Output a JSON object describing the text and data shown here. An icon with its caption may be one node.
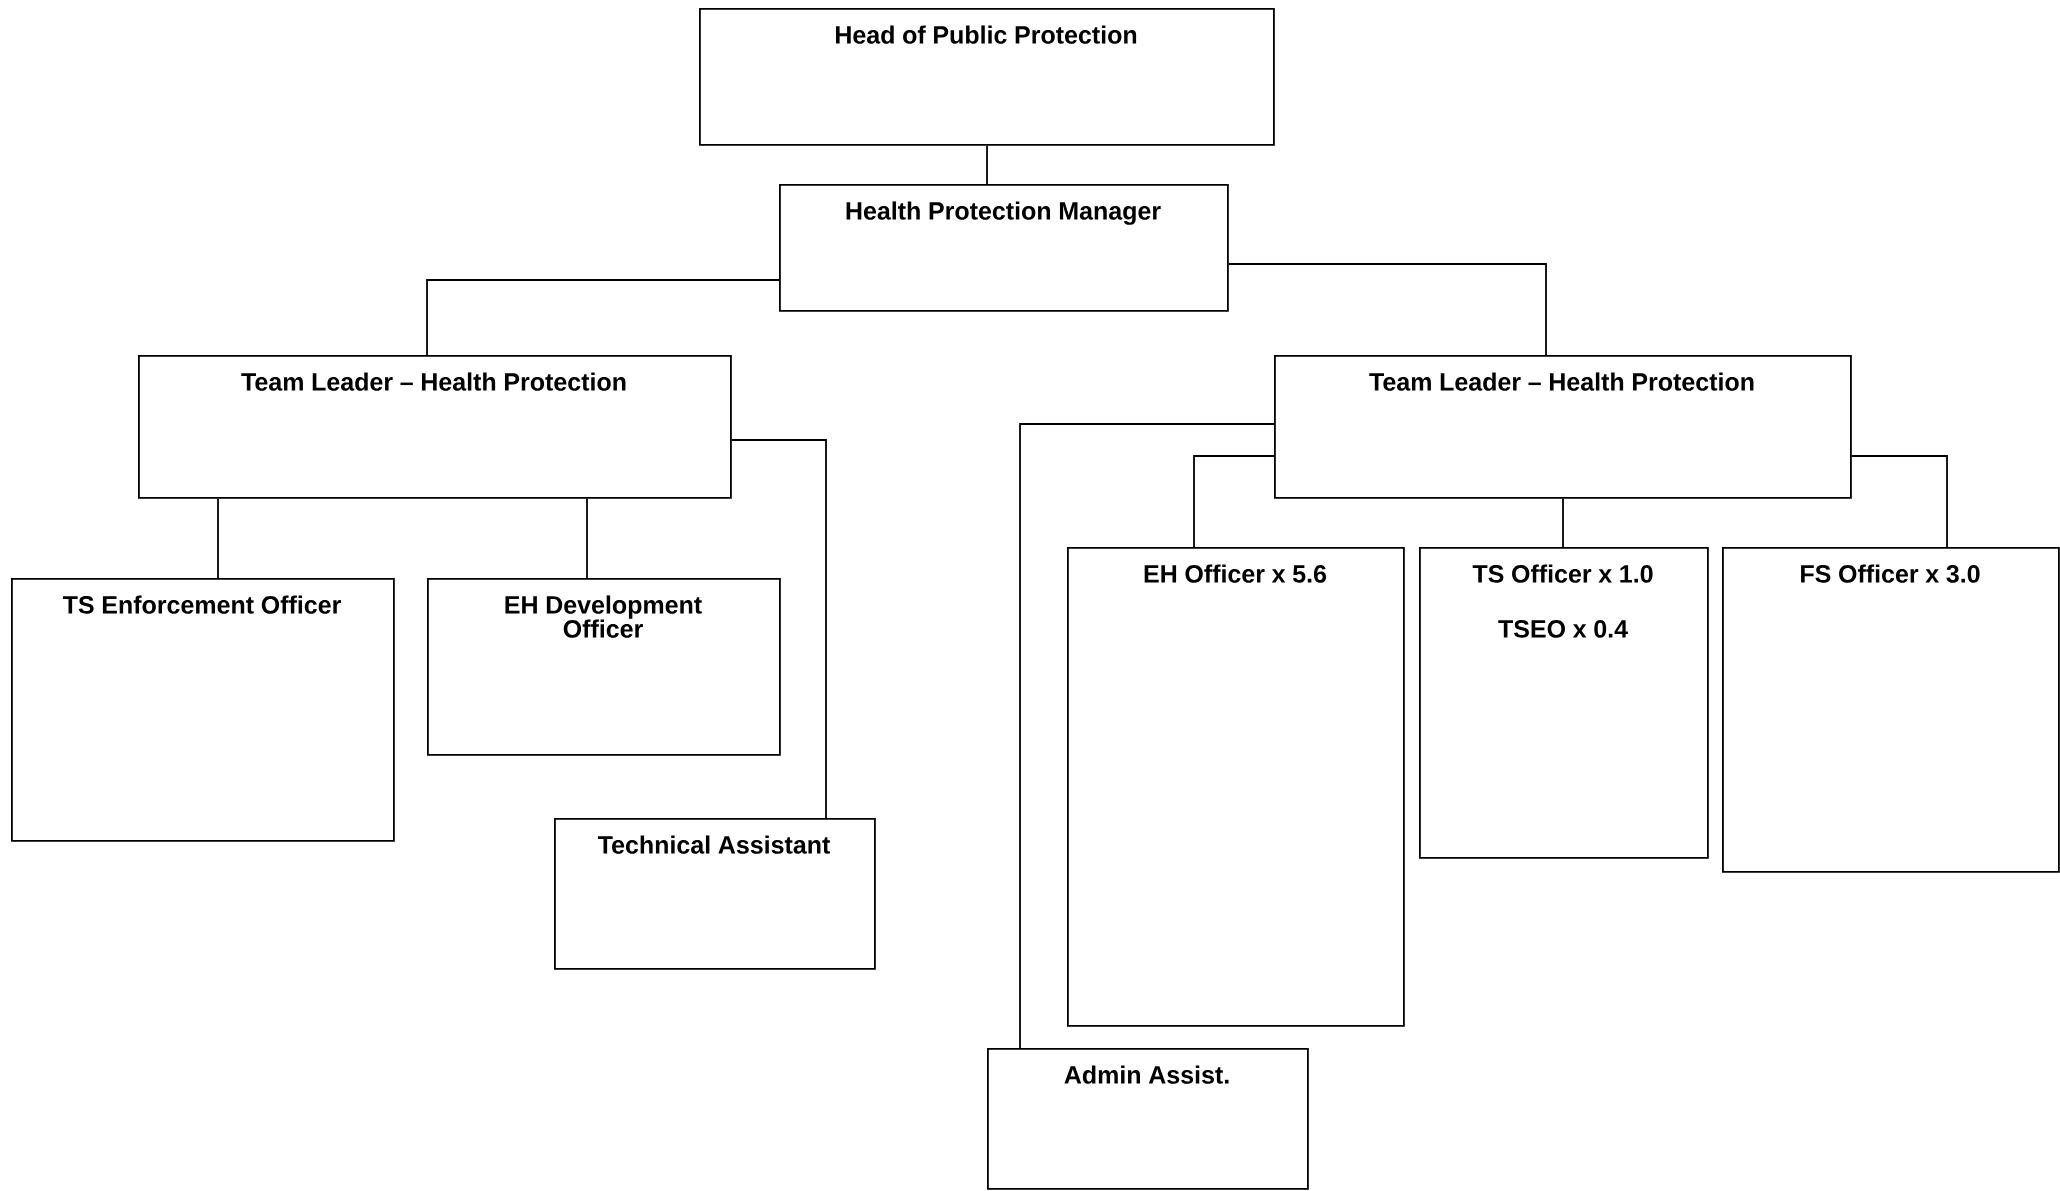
{
  "diagram": {
    "nodes": [
      {
        "text": [
          "Head of Public Protection"
        ]
      },
      {
        "text": [
          "Health Protection Manager"
        ]
      },
      {
        "text": [
          "Team Leader – Health Protection"
        ]
      },
      {
        "text": [
          "Team Leader – Health Protection"
        ]
      },
      {
        "text": [
          "TS Enforcement Officer"
        ]
      },
      {
        "text": [
          "EH Development Officer"
        ]
      },
      {
        "text": [
          "Technical Assistant"
        ]
      },
      {
        "text": [
          "EH Officer x 5.6"
        ]
      },
      {
        "text": [
          "TS Officer x 1.0",
          "TSEO x 0.4"
        ]
      },
      {
        "text": [
          "FS Officer x 3.0"
        ]
      },
      {
        "text": [
          "Admin Assist."
        ]
      }
    ],
    "edges": [
      {
        "from": 0,
        "to": 1,
        "arrow": "none"
      },
      {
        "from": 1,
        "to": 2,
        "arrow": "none"
      },
      {
        "from": 1,
        "to": 3,
        "arrow": "none"
      },
      {
        "from": 2,
        "to": 4,
        "arrow": "none"
      },
      {
        "from": 2,
        "to": 5,
        "arrow": "none"
      },
      {
        "from": 2,
        "to": 6,
        "arrow": "none"
      },
      {
        "from": 3,
        "to": 10,
        "arrow": "none"
      },
      {
        "from": 3,
        "to": 7,
        "arrow": "none"
      },
      {
        "from": 3,
        "to": 8,
        "arrow": "none"
      },
      {
        "from": 3,
        "to": 9,
        "arrow": "none"
      }
    ]
  }
}
